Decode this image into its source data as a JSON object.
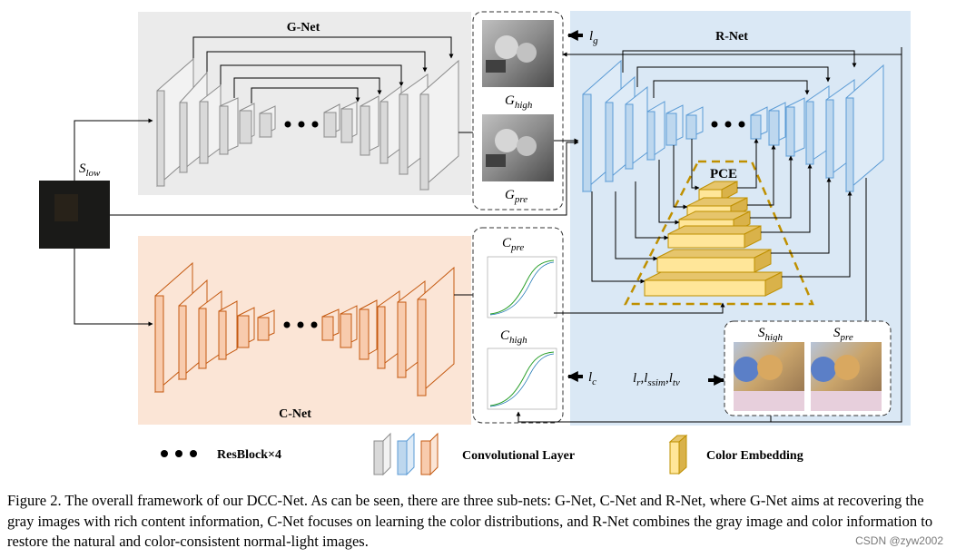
{
  "title_gnet": "G-Net",
  "title_rnet": "R-Net",
  "title_cnet": "C-Net",
  "pce_label": "PCE",
  "input_label": {
    "base": "S",
    "sub": "low"
  },
  "gray_outputs": {
    "high": {
      "base": "G",
      "sub": "high"
    },
    "pre": {
      "base": "G",
      "sub": "pre"
    }
  },
  "color_outputs": {
    "pre": {
      "base": "C",
      "sub": "pre"
    },
    "high": {
      "base": "C",
      "sub": "high"
    }
  },
  "final_outputs": {
    "high": {
      "base": "S",
      "sub": "high"
    },
    "pre": {
      "base": "S",
      "sub": "pre"
    }
  },
  "losses": {
    "gray": {
      "base": "l",
      "sub": "g"
    },
    "color": {
      "base": "l",
      "sub": "c"
    },
    "final": [
      {
        "base": "l",
        "sub": "r"
      },
      {
        "base": "l",
        "sub": "ssim"
      },
      {
        "base": "l",
        "sub": "tv"
      }
    ]
  },
  "legend": {
    "resblock": "ResBlock×4",
    "conv": "Convolutional Layer",
    "color_embedding": "Color Embedding"
  },
  "caption": "Figure 2. The overall framework of our DCC-Net. As can be seen, there are three sub-nets: G-Net, C-Net and R-Net, where G-Net aims at recovering the gray images with rich content information, C-Net focuses on learning the color distributions, and R-Net combines the gray image and color information to restore the natural and color-consistent normal-light images.",
  "watermark": "CSDN @zyw2002",
  "colors": {
    "gnet_bg": "#ebebeb",
    "cnet_bg": "#fbe5d6",
    "rnet_bg": "#dae8f5",
    "gray_layer": "#d9d9d9",
    "blue_layer": "#bdd7ee",
    "orange_layer": "#f8cbad",
    "pce_layer": "#ffe699",
    "pce_dash": "#bf9000"
  }
}
